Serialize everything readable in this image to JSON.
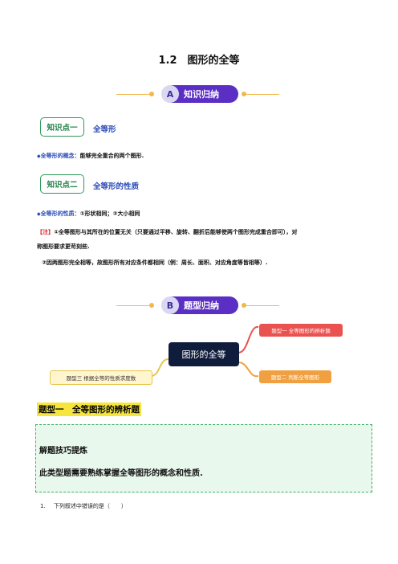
{
  "title": "1.2　图形的全等",
  "banner_a": {
    "letter": "A",
    "label": "知识归纳"
  },
  "kp1": {
    "tag": "知识点一",
    "label": "全等形"
  },
  "concept": {
    "marker": "◆",
    "term": "全等形的概念：",
    "text": "能够完全重合的两个图形."
  },
  "kp2": {
    "tag": "知识点二",
    "label": "全等形的性质"
  },
  "property": {
    "marker": "◆",
    "term": "全等形的性质：",
    "text": "①形状相同；②大小相同"
  },
  "note": {
    "bracket": "【注】",
    "line1": "①全等图形与其所在的位置无关（只要通过平移、旋转、翻折后能够使两个图形完成重合即可），对",
    "line1b": "称图形要求更苛刻些.",
    "line2": "②因两图形完全相等，故图形所有对应条件都相同（例：周长、面积、对应角度等皆相等）."
  },
  "banner_b": {
    "letter": "B",
    "label": "题型归纳"
  },
  "mindmap": {
    "center": "图形的全等",
    "node_top_right": "题型一 全等图形的辨析题",
    "node_bottom_right": "题型二 判断全等图形",
    "node_left": "题型三 根据全等的性质求度数",
    "colors": {
      "center": "#0f1c3c",
      "top_right": "#e9524f",
      "bottom_right": "#f0a040",
      "left": "#fff6cf"
    }
  },
  "section1": {
    "heading": "题型一　全等图形的辨析题"
  },
  "tip": {
    "title": "解题技巧提炼",
    "text": "此类型题需要熟练掌握全等图形的概念和性质."
  },
  "question1": {
    "number": "1.",
    "text": "下列叙述中错误的是（　　）"
  }
}
